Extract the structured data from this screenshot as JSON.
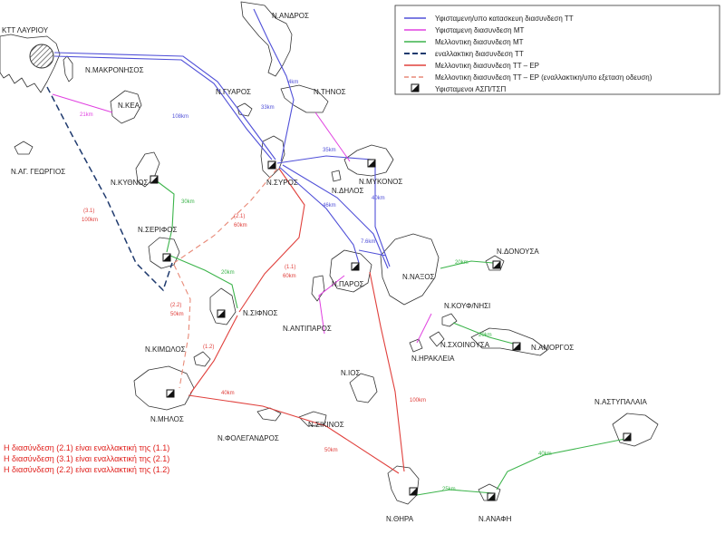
{
  "colors": {
    "existing_tt": "#5050d8",
    "existing_mt": "#e040e0",
    "future_mt": "#3cb44b",
    "alt_tt": "#1f3a6e",
    "future_tt_ep": "#e0403c",
    "future_alt_ep": "#e88a78",
    "coast": "#333333"
  },
  "legend": {
    "items": [
      {
        "key": "existing_tt",
        "label": "Υφισταμενη/υπο κατασκευη διασυνδεση ΤΤ"
      },
      {
        "key": "existing_mt",
        "label": "Υφισταμενη διασυνδεση ΜΤ"
      },
      {
        "key": "future_mt",
        "label": "Μελλοντικη διασυνδεση ΜΤ"
      },
      {
        "key": "alt_tt",
        "label": "εναλλακτικη διασυνδεση ΤΤ"
      },
      {
        "key": "future_tt_ep",
        "label": "Μελλοντικη διασυνδεση ΤΤ – ΕΡ"
      },
      {
        "key": "future_alt_ep",
        "label": "Μελλοντικη διασυνδεση ΤΤ – ΕΡ (εναλλακτικη/υπο εξεταση οδευση)"
      },
      {
        "key": "station",
        "label": "Υφισταμενοι ΑΣΠ/ΤΣΠ"
      }
    ]
  },
  "places": {
    "lavrio": "ΚΤΤ ΛΑΥΡΙΟΥ",
    "makronisos": "Ν.ΜΑΚΡΟΝΗΣΟΣ",
    "andros": "Ν.ΑΝΔΡΟΣ",
    "gyaros": "Ν.ΓΥΑΡΟΣ",
    "tinos": "Ν.ΤΗΝΟΣ",
    "kea": "Ν.ΚΕΑ",
    "ag_georgios": "Ν.ΑΓ. ΓΕΩΡΓΙΟΣ",
    "kythnos": "Ν.ΚΥΘΝΟΣ",
    "syros": "Ν.ΣΥΡΟΣ",
    "mykonos": "Ν.ΜΥΚΟΝΟΣ",
    "dilos": "Ν.ΔΗΛΟΣ",
    "serifos": "Ν.ΣΕΡΙΦΟΣ",
    "donousa": "Ν.ΔΟΝΟΥΣΑ",
    "naxos": "Ν.ΝΑΞΟΣ",
    "paros": "Ν.ΠΑΡΟΣ",
    "kouf": "Ν.ΚΟΥΦ/ΝΗΣΙ",
    "sifnos": "Ν.ΣΙΦΝΟΣ",
    "antiparos": "Ν.ΑΝΤΙΠΑΡΟΣ",
    "schinousa": "Ν.ΣΧΟΙΝΟΥΣΑ",
    "amorgos": "Ν.ΑΜΟΡΓΟΣ",
    "kimolos": "Ν.ΚΙΜΩΛΟΣ",
    "irakleia": "Ν.ΗΡΑΚΛΕΙΑ",
    "ios": "Ν.ΙΟΣ",
    "milos": "Ν.ΜΗΛΟΣ",
    "astypalaia": "Ν.ΑΣΤΥΠΑΛΑΙΑ",
    "sikinos": "Ν.ΣΙΚΙΝΟΣ",
    "folegandros": "Ν.ΦΟΛΕΓΑΝΔΡΟΣ",
    "thira": "Ν.ΘΗΡΑ",
    "anafi": "Ν.ΑΝΑΦΗ"
  },
  "distances": {
    "andros_tinos": "4km",
    "syros_tinos": "33km",
    "lavrio_syros": "108km",
    "lavrio_kea": "21km",
    "syros_mykonos": "35km",
    "mykonos_naxos": "40km",
    "syros_paros": "46km",
    "paros_naxos": "7.6km",
    "kythnos_serifos": "30km",
    "serifos_sifnos": "20km",
    "naxos_donousa": "20km",
    "kouf_amorgos": "20km",
    "milos_thira": "40km",
    "paros_thira": "100km",
    "sikinos_thira": "50km",
    "thira_anafi": "25km",
    "anafi_astypalaia": "40km"
  },
  "route_labels": {
    "r21_code": "(2.1)",
    "r21_km": "60km",
    "r11_code": "(1.1)",
    "r11_km": "60km",
    "r31_code": "(3.1)",
    "r31_km": "100km",
    "r22_code": "(2.2)",
    "r22_km": "50km",
    "r12_code": "(1.2)"
  },
  "notes": [
    "Η διασύνδεση (2.1) είναι εναλλακτική της (1.1)",
    "Η διασύνδεση (3.1) είναι εναλλακτική της (2.1)",
    "Η διασύνδεση (2.2) είναι εναλλακτική της (1.2)"
  ]
}
